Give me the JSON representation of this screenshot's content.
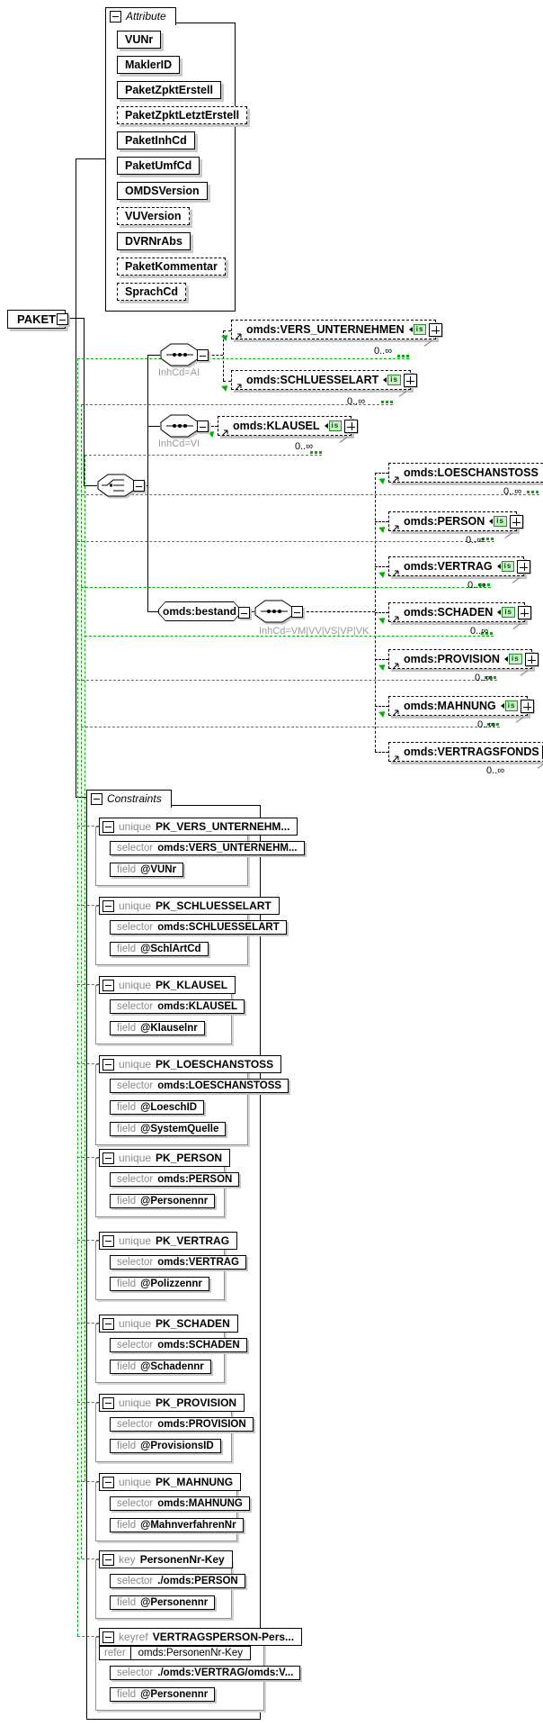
{
  "root": {
    "name": "PAKET"
  },
  "attribute_group": {
    "title": "Attribute",
    "attributes": [
      {
        "name": "VUNr"
      },
      {
        "name": "MaklerID"
      },
      {
        "name": "PaketZpktErstell"
      },
      {
        "name": "PaketZpktLetztErstell"
      },
      {
        "name": "PaketInhCd"
      },
      {
        "name": "PaketUmfCd"
      },
      {
        "name": "OMDSVersion"
      },
      {
        "name": "VUVersion"
      },
      {
        "name": "DVRNrAbs"
      },
      {
        "name": "PaketKommentar"
      },
      {
        "name": "SprachCd"
      }
    ]
  },
  "badges": {
    "identity_constraint": "is"
  },
  "branches": {
    "ai": {
      "condition": "InhCd=AI",
      "children": [
        {
          "name": "omds:VERS_UNTERNEHMEN",
          "occurs": "0..∞"
        },
        {
          "name": "omds:SCHLUESSELART",
          "occurs": "0..∞"
        }
      ]
    },
    "vi": {
      "condition": "InhCd=VI",
      "children": [
        {
          "name": "omds:KLAUSEL",
          "occurs": "0..∞"
        }
      ]
    },
    "bestand": {
      "name": "omds:bestand",
      "condition": "InhCd=VM|VV|VS|VP|VK",
      "children": [
        {
          "name": "omds:LOESCHANSTOSS",
          "occurs": "0..∞"
        },
        {
          "name": "omds:PERSON",
          "occurs": "0..∞"
        },
        {
          "name": "omds:VERTRAG",
          "occurs": "0..∞"
        },
        {
          "name": "omds:SCHADEN",
          "occurs": "0..∞"
        },
        {
          "name": "omds:PROVISION",
          "occurs": "0..∞"
        },
        {
          "name": "omds:MAHNUNG",
          "occurs": "0..∞"
        },
        {
          "name": "omds:VERTRAGSFONDS",
          "occurs": "0..∞"
        }
      ]
    }
  },
  "constraints": {
    "title": "Constraints",
    "items": [
      {
        "kind": "unique",
        "name": "PK_VERS_UNTERNEHM...",
        "rows": [
          {
            "label": "selector",
            "value": "omds:VERS_UNTERNEHM..."
          },
          {
            "label": "field",
            "value": "@VUNr"
          }
        ]
      },
      {
        "kind": "unique",
        "name": "PK_SCHLUESSELART",
        "rows": [
          {
            "label": "selector",
            "value": "omds:SCHLUESSELART"
          },
          {
            "label": "field",
            "value": "@SchlArtCd"
          }
        ]
      },
      {
        "kind": "unique",
        "name": "PK_KLAUSEL",
        "rows": [
          {
            "label": "selector",
            "value": "omds:KLAUSEL"
          },
          {
            "label": "field",
            "value": "@Klauselnr"
          }
        ]
      },
      {
        "kind": "unique",
        "name": "PK_LOESCHANSTOSS",
        "rows": [
          {
            "label": "selector",
            "value": "omds:LOESCHANSTOSS"
          },
          {
            "label": "field",
            "value": "@LoeschID"
          },
          {
            "label": "field",
            "value": "@SystemQuelle"
          }
        ]
      },
      {
        "kind": "unique",
        "name": "PK_PERSON",
        "rows": [
          {
            "label": "selector",
            "value": "omds:PERSON"
          },
          {
            "label": "field",
            "value": "@Personennr"
          }
        ]
      },
      {
        "kind": "unique",
        "name": "PK_VERTRAG",
        "rows": [
          {
            "label": "selector",
            "value": "omds:VERTRAG"
          },
          {
            "label": "field",
            "value": "@Polizzennr"
          }
        ]
      },
      {
        "kind": "unique",
        "name": "PK_SCHADEN",
        "rows": [
          {
            "label": "selector",
            "value": "omds:SCHADEN"
          },
          {
            "label": "field",
            "value": "@Schadennr"
          }
        ]
      },
      {
        "kind": "unique",
        "name": "PK_PROVISION",
        "rows": [
          {
            "label": "selector",
            "value": "omds:PROVISION"
          },
          {
            "label": "field",
            "value": "@ProvisionsID"
          }
        ]
      },
      {
        "kind": "unique",
        "name": "PK_MAHNUNG",
        "rows": [
          {
            "label": "selector",
            "value": "omds:MAHNUNG"
          },
          {
            "label": "field",
            "value": "@MahnverfahrenNr"
          }
        ]
      },
      {
        "kind": "key",
        "name": "PersonenNr-Key",
        "rows": [
          {
            "label": "selector",
            "value": "./omds:PERSON"
          },
          {
            "label": "field",
            "value": "@Personennr"
          }
        ]
      },
      {
        "kind": "keyref",
        "name": "VERTRAGSPERSON-Pers...",
        "refer_label": "refer",
        "refer_value": "omds:PersonenNr-Key",
        "rows": [
          {
            "label": "selector",
            "value": "./omds:VERTRAG/omds:V..."
          },
          {
            "label": "field",
            "value": "@Personennr"
          }
        ]
      }
    ]
  },
  "colors": {
    "constraint_link_green": "#00b000",
    "shadow_gray": "#c6c6c6",
    "badge_green_bg": "#c9efc9"
  }
}
